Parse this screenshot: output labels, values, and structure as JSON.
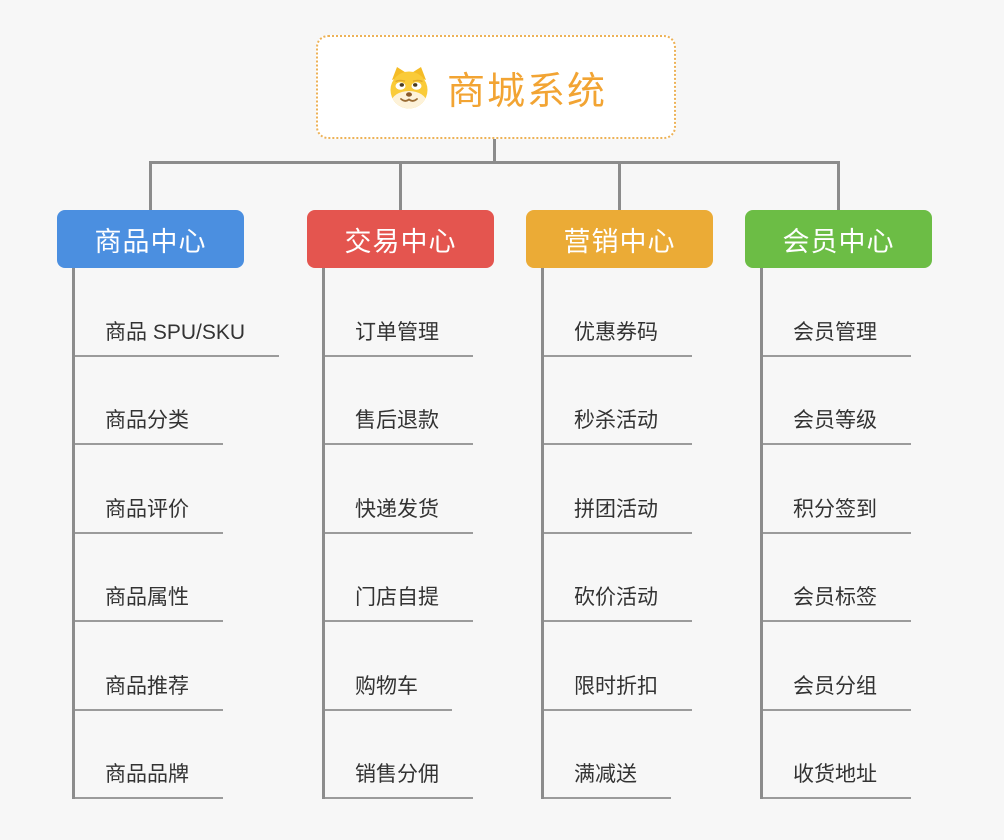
{
  "root": {
    "title": "商城系统",
    "icon": "dog-face-icon",
    "text_color": "#F2A433",
    "border_color": "#EDB257"
  },
  "connector_color": "#8C8C8C",
  "underline_color": "#9B9B9B",
  "background_color": "#F7F7F7",
  "branches": [
    {
      "label": "商品中心",
      "color": "#4B8FE0",
      "items": [
        "商品 SPU/SKU",
        "商品分类",
        "商品评价",
        "商品属性",
        "商品推荐",
        "商品品牌"
      ]
    },
    {
      "label": "交易中心",
      "color": "#E4554F",
      "items": [
        "订单管理",
        "售后退款",
        "快递发货",
        "门店自提",
        "购物车",
        "销售分佣"
      ]
    },
    {
      "label": "营销中心",
      "color": "#EBAB36",
      "items": [
        "优惠券码",
        "秒杀活动",
        "拼团活动",
        "砍价活动",
        "限时折扣",
        "满减送"
      ]
    },
    {
      "label": "会员中心",
      "color": "#6CBD45",
      "items": [
        "会员管理",
        "会员等级",
        "积分签到",
        "会员标签",
        "会员分组",
        "收货地址"
      ]
    }
  ]
}
